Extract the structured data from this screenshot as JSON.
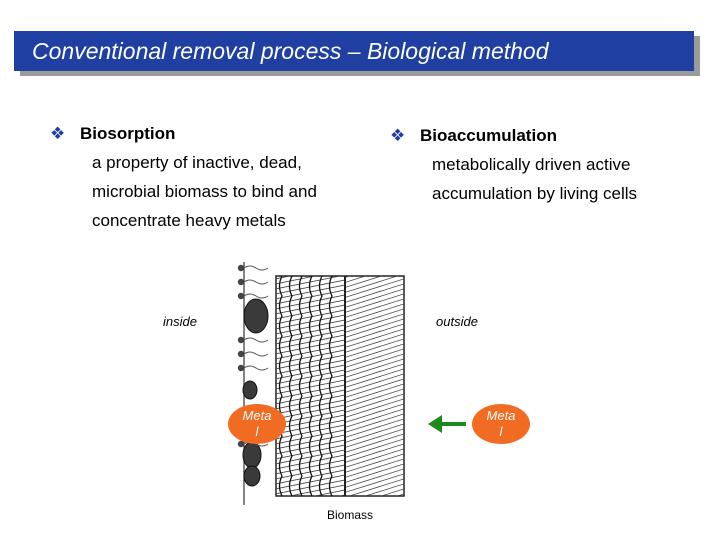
{
  "title": "Conventional removal process – Biological method",
  "left": {
    "heading": "Biosorption",
    "body": "a property of inactive, dead,\nmicrobial biomass to bind and\nconcentrate heavy metals"
  },
  "right": {
    "heading": "Bioaccumulation",
    "body": "metabolically driven active\naccumulation by living cells"
  },
  "diagram": {
    "inside_label": "inside",
    "outside_label": "outside",
    "metal_left": "Meta\nl",
    "metal_right": "Meta\nl",
    "biomass_label": "Biomass",
    "arrow_color": "#1a8a1a",
    "metal_color": "#f26b22"
  },
  "colors": {
    "title_bar": "#1f3fa3",
    "bullet": "#1f3fa3"
  },
  "icons": {
    "bullet": "diamond-bullet-icon"
  }
}
